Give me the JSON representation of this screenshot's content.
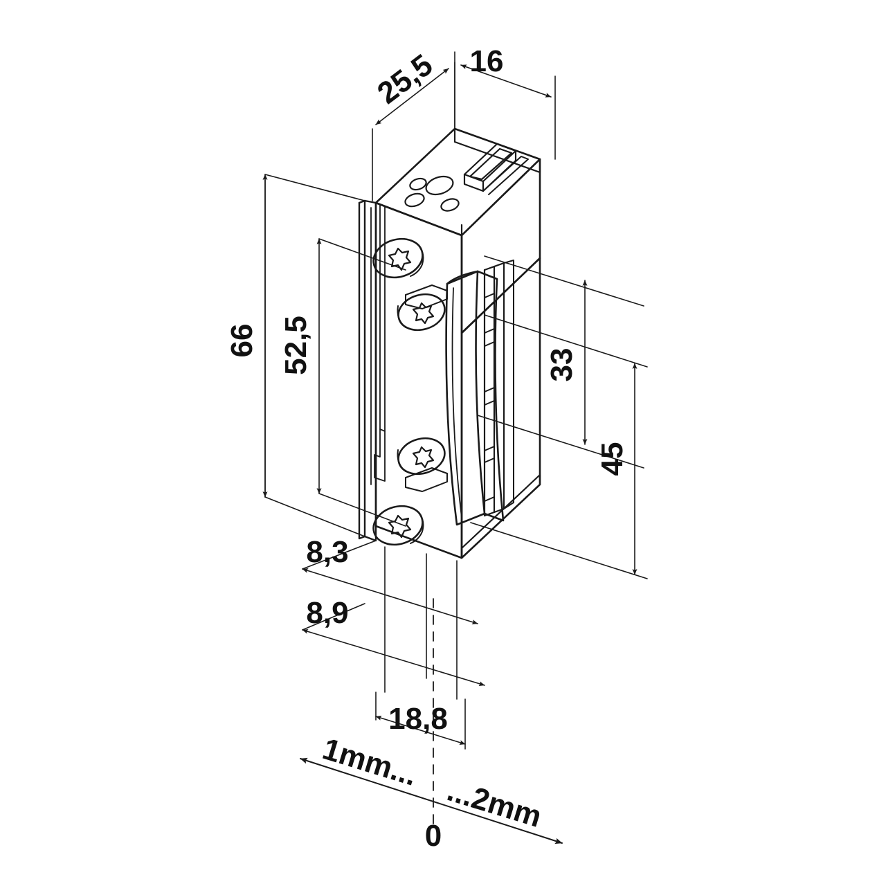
{
  "document": {
    "type": "technical-drawing",
    "subject": "electric door strike isometric dimensioned drawing",
    "unit_note": "millimetres",
    "background_color": "#ffffff",
    "line_color": "#1a1a1a",
    "text_color": "#111111"
  },
  "dimensions": {
    "depth_25_5": {
      "label": "25,5",
      "value": 25.5,
      "orientation": "oblique-up-left",
      "position": "top-left"
    },
    "width_16": {
      "label": "16",
      "value": 16,
      "orientation": "oblique-right",
      "position": "top-right"
    },
    "height_66": {
      "label": "66",
      "value": 66,
      "orientation": "vertical-rotated",
      "position": "left-outer"
    },
    "height_52_5": {
      "label": "52,5",
      "value": 52.5,
      "orientation": "vertical-rotated",
      "position": "left-inner"
    },
    "height_33": {
      "label": "33",
      "value": 33,
      "orientation": "vertical-rotated",
      "position": "right-inner"
    },
    "height_45": {
      "label": "45",
      "value": 45,
      "orientation": "vertical-rotated",
      "position": "right-outer"
    },
    "offset_8_3": {
      "label": "8,3",
      "value": 8.3,
      "orientation": "oblique-right",
      "position": "bottom-left-upper"
    },
    "offset_8_9": {
      "label": "8,9",
      "value": 8.9,
      "orientation": "oblique-right",
      "position": "bottom-left-lower"
    },
    "width_18_8": {
      "label": "18,8",
      "value": 18.8,
      "orientation": "oblique-right",
      "position": "bottom-center"
    }
  },
  "tolerance_scale": {
    "left_label": "1mm...",
    "right_label": "...2mm",
    "zero_label": "0",
    "description": "adjustment range arrow from 1mm through 0 to 2mm"
  },
  "part_features": {
    "faceplate": "flat front plate with edge groove",
    "screws": [
      {
        "name": "screw-top-faceplate",
        "type": "torx"
      },
      {
        "name": "screw-upper-inner",
        "type": "torx"
      },
      {
        "name": "screw-lower-inner",
        "type": "torx"
      },
      {
        "name": "screw-bottom-faceplate",
        "type": "torx"
      }
    ],
    "top_face_holes": [
      {
        "name": "hole-large",
        "size": "large"
      },
      {
        "name": "hole-small-a",
        "size": "small"
      },
      {
        "name": "hole-small-b",
        "size": "small"
      },
      {
        "name": "hole-small-c",
        "size": "small"
      }
    ],
    "top_face_slot": "rectangular recessed slot",
    "latch_keeper": "pivoting curved latch keeper",
    "body": "rectangular housing block"
  }
}
